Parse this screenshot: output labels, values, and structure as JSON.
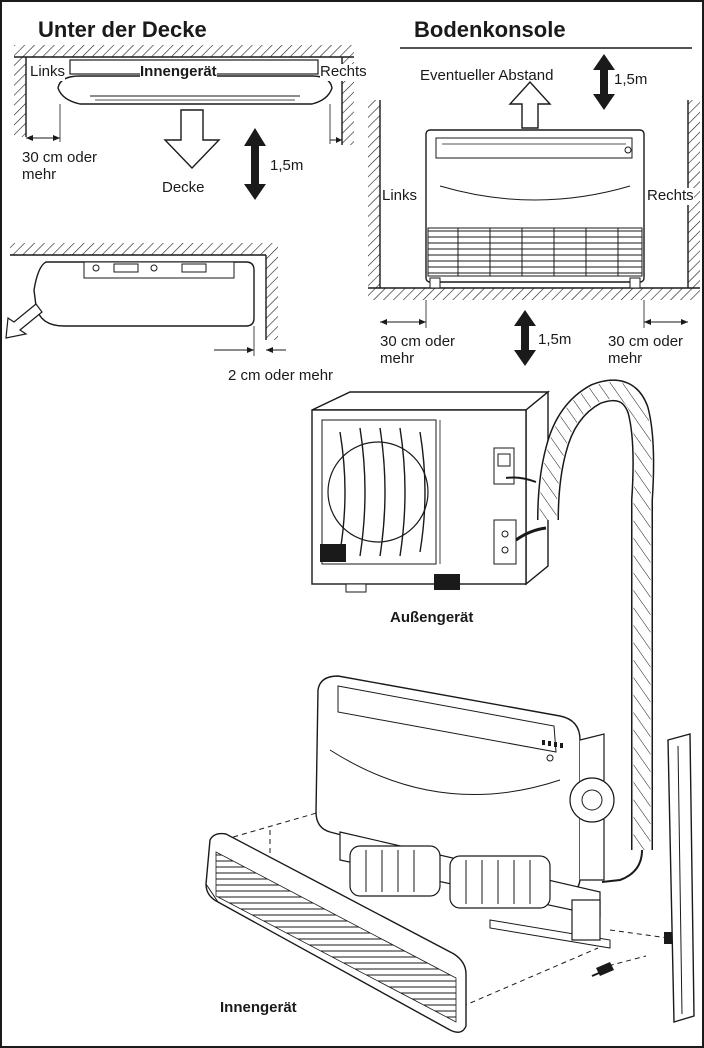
{
  "headings": {
    "left": "Unter der Decke",
    "right": "Bodenkonsole"
  },
  "ceiling_panel": {
    "links": "Links",
    "indoor_unit": "Innengerät",
    "rechts": "Rechts",
    "clearance_side": "30 cm oder mehr",
    "vertical": "1,5m",
    "decke": "Decke"
  },
  "corner_panel": {
    "clearance": "2 cm oder mehr"
  },
  "floor_panel": {
    "possible_clearance": "Eventueller Abstand",
    "vertical_top": "1,5m",
    "links": "Links",
    "rechts": "Rechts",
    "clearance_left": "30 cm oder mehr",
    "vertical_bottom": "1,5m",
    "clearance_right": "30 cm oder mehr"
  },
  "outdoor_unit": {
    "label": "Außengerät"
  },
  "indoor_assembly": {
    "label": "Innengerät"
  },
  "colors": {
    "ink": "#1a1a1a",
    "background": "#ffffff",
    "arrow_fill": "#ffffff"
  },
  "icons": {
    "hatch": "wall-hatch-pattern",
    "arrow": "airflow-arrow-icon",
    "double_arrow": "double-arrow-icon"
  }
}
